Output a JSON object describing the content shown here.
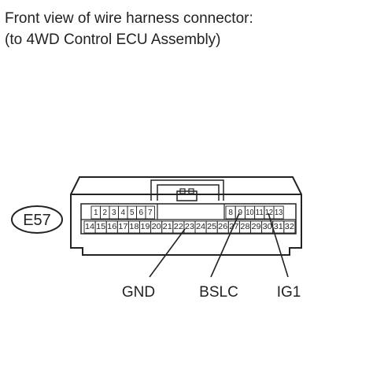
{
  "title_line1": "Front view of wire harness connector:",
  "title_line2": "(to 4WD Control ECU Assembly)",
  "connector_id": "E57",
  "pins_top_left": [
    "1",
    "2",
    "3",
    "4",
    "5",
    "6",
    "7"
  ],
  "pins_top_right": [
    "8",
    "9",
    "10",
    "11",
    "12",
    "13"
  ],
  "pins_bottom": [
    "14",
    "15",
    "16",
    "17",
    "18",
    "19",
    "20",
    "21",
    "22",
    "23",
    "24",
    "25",
    "26",
    "27",
    "28",
    "29",
    "30",
    "31",
    "32"
  ],
  "labels": {
    "gnd": "GND",
    "bslc": "BSLC",
    "ig1": "IG1"
  }
}
